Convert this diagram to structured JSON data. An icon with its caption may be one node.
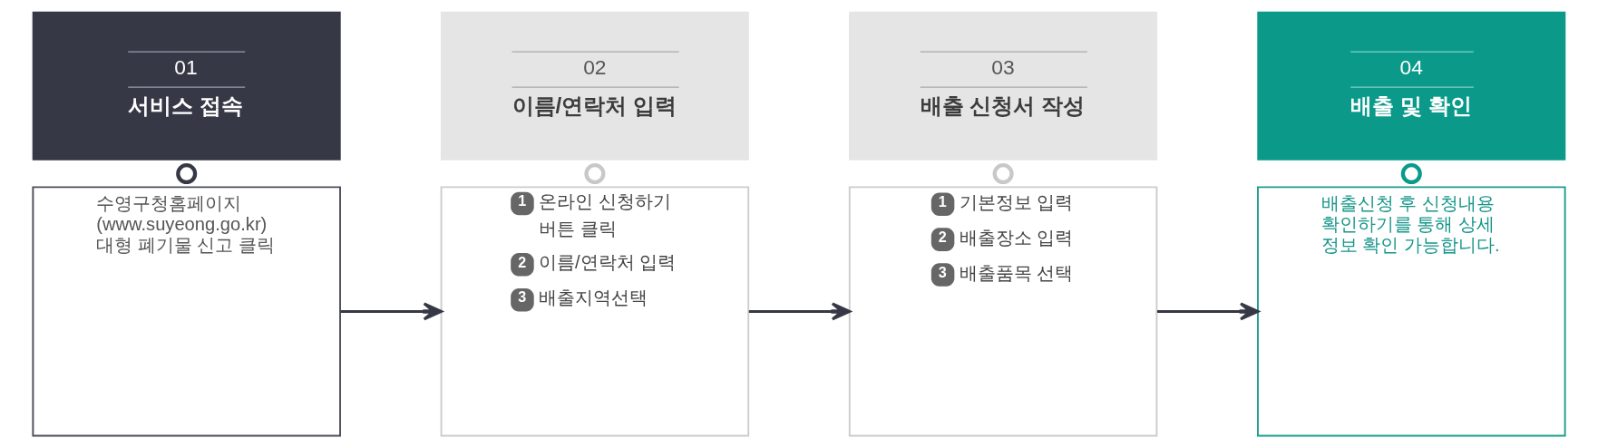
{
  "diagram": {
    "nodes": [
      {
        "text": [
          "01",
          "서비스 접속"
        ]
      },
      {
        "text": [],
        "shape": "circle"
      },
      {
        "text": [
          "수영구청홈페이지 (www.suyeong.go.kr) 대형 폐기물 신고 클릭"
        ]
      },
      {
        "text": [
          "02",
          "이름/연락처 입력"
        ]
      },
      {
        "text": [],
        "shape": "circle"
      },
      {
        "text": [
          "1",
          "온라인 신청하기 버튼 클릭",
          "2",
          "이름/연락처 입력",
          "3",
          "배출지역선택"
        ]
      },
      {
        "text": [
          "03",
          "배출 신청서 작성"
        ]
      },
      {
        "text": [],
        "shape": "circle"
      },
      {
        "text": [
          "1",
          "기본정보 입력",
          "2",
          "배출장소 입력",
          "3",
          "배출품목 선택"
        ]
      },
      {
        "text": [
          "04",
          "배출 및 확인"
        ]
      },
      {
        "text": [],
        "shape": "circle"
      },
      {
        "text": [
          "배출신청 후 신청내용 확인하기를 통해 상세 정보 확인 가능합니다."
        ]
      }
    ],
    "edges": [
      {
        "from": 2,
        "to": 5,
        "arrow": "to"
      },
      {
        "from": 5,
        "to": 8,
        "arrow": "to"
      },
      {
        "from": 8,
        "to": 11,
        "arrow": "to"
      }
    ]
  }
}
